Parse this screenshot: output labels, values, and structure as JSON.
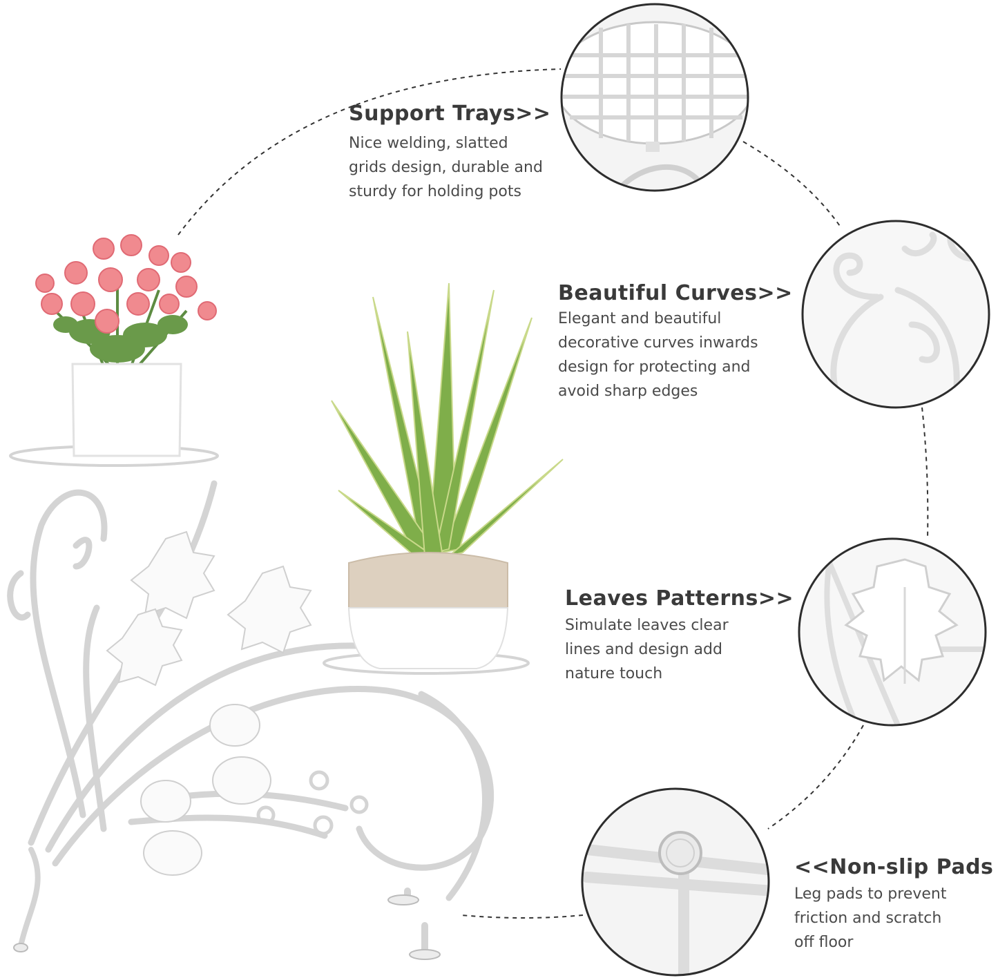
{
  "features": [
    {
      "title": "Support Trays>>",
      "lines": [
        "Nice welding, slatted",
        "grids design, durable and",
        "sturdy for holding pots"
      ]
    },
    {
      "title": "Beautiful Curves>>",
      "lines": [
        "Elegant and beautiful",
        "decorative curves inwards",
        "design for protecting and",
        "avoid sharp edges"
      ]
    },
    {
      "title": "Leaves Patterns>>",
      "lines": [
        "Simulate leaves clear",
        "lines and design add",
        "nature touch"
      ]
    },
    {
      "title": "<<Non-slip Pads",
      "lines": [
        "Leg pads to prevent",
        "friction and scratch",
        "off floor"
      ]
    }
  ],
  "colors": {
    "text": "#3a3a3a",
    "stand": "#ffffff",
    "stand_outline": "#d4d4d4",
    "flower": "#f08a8f",
    "foliage": "#6a9a4a",
    "agave": "#7fae4a",
    "clay_pot": "#ddd0bf",
    "circle_border": "#2d2d2d",
    "dashed_line": "#333333"
  },
  "icons": [
    "flower-pot-image",
    "agave-pot-image",
    "plant-stand-image",
    "tray-detail-image",
    "curve-detail-image",
    "leaf-detail-image",
    "pad-detail-image"
  ]
}
